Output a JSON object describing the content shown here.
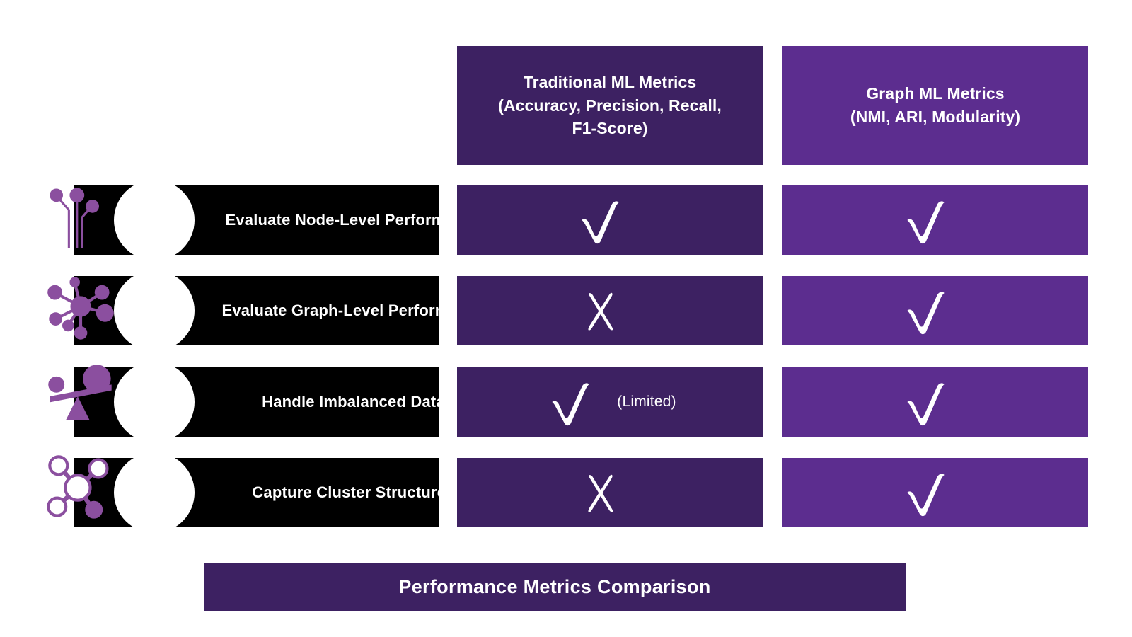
{
  "colors": {
    "traditional_column": "#3D2162",
    "graph_column": "#5C2D8F",
    "label_bar": "#000000",
    "icon_purple": "#8B4F9F",
    "background": "#FFFFFF",
    "text": "#FFFFFF"
  },
  "columns": [
    {
      "title": "Traditional ML Metrics\n(Accuracy, Precision, Recall,\nF1-Score)"
    },
    {
      "title": "Graph ML Metrics\n(NMI, ARI, Modularity)"
    }
  ],
  "rows": [
    {
      "label": "Evaluate Node-Level Performance",
      "icon": "node-tree-icon",
      "traditional": {
        "mark": "check",
        "note": ""
      },
      "graph": {
        "mark": "check",
        "note": ""
      }
    },
    {
      "label": "Evaluate Graph-Level Performance",
      "icon": "network-hub-icon",
      "traditional": {
        "mark": "cross",
        "note": ""
      },
      "graph": {
        "mark": "check",
        "note": ""
      }
    },
    {
      "label": "Handle Imbalanced Data",
      "icon": "unbalanced-scale-icon",
      "traditional": {
        "mark": "check",
        "note": "(Limited)"
      },
      "graph": {
        "mark": "check",
        "note": ""
      }
    },
    {
      "label": "Capture Cluster Structures",
      "icon": "cluster-molecule-icon",
      "traditional": {
        "mark": "cross",
        "note": ""
      },
      "graph": {
        "mark": "check",
        "note": ""
      }
    }
  ],
  "footer": {
    "title": "Performance Metrics Comparison"
  }
}
